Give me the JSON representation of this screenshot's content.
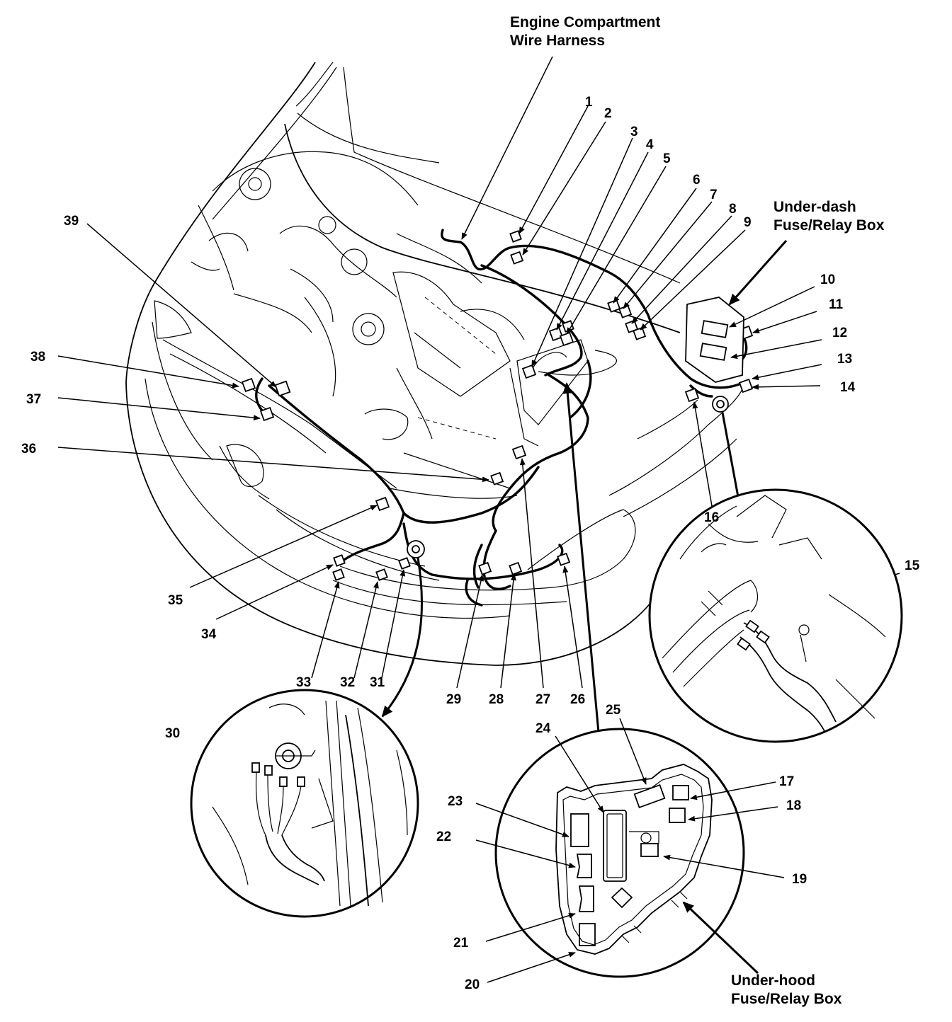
{
  "titles": {
    "harness_line1": "Engine Compartment",
    "harness_line2": "Wire Harness",
    "underdash_line1": "Under-dash",
    "underdash_line2": "Fuse/Relay Box",
    "underhood_line1": "Under-hood",
    "underhood_line2": "Fuse/Relay Box"
  },
  "callouts": [
    "1",
    "2",
    "3",
    "4",
    "5",
    "6",
    "7",
    "8",
    "9",
    "10",
    "11",
    "12",
    "13",
    "14",
    "15",
    "16",
    "17",
    "18",
    "19",
    "20",
    "21",
    "22",
    "23",
    "24",
    "25",
    "26",
    "27",
    "28",
    "29",
    "30",
    "31",
    "32",
    "33",
    "34",
    "35",
    "36",
    "37",
    "38",
    "39"
  ]
}
